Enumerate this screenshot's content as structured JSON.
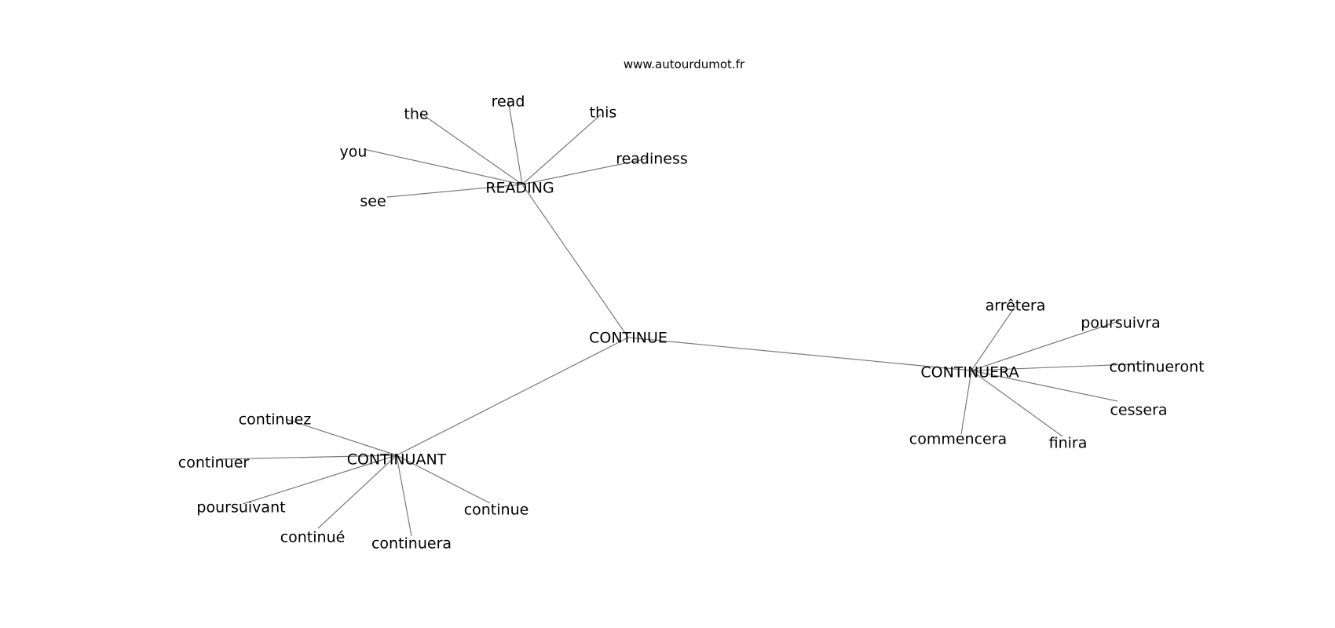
{
  "source": "www.autourdumot.fr",
  "graph": {
    "center": "CONTINUE",
    "hubs": [
      {
        "id": "reading",
        "label": "READING",
        "neighbors": [
          "the",
          "read",
          "this",
          "you",
          "readiness",
          "see"
        ]
      },
      {
        "id": "continuera",
        "label": "CONTINUERA",
        "neighbors": [
          "arrêtera",
          "poursuivra",
          "continueront",
          "cessera",
          "finira",
          "commencera"
        ]
      },
      {
        "id": "continuant",
        "label": "CONTINUANT",
        "neighbors": [
          "continuez",
          "continuer",
          "poursuivant",
          "continué",
          "continuera",
          "continue"
        ]
      }
    ]
  }
}
